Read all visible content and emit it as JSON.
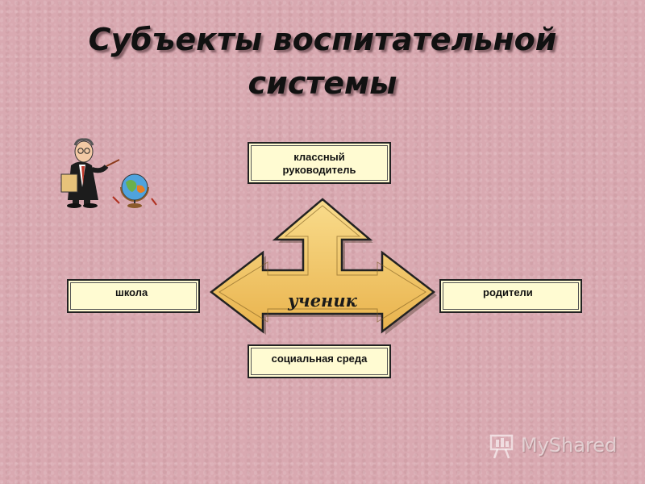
{
  "slide": {
    "title_line1": "Субъекты воспитательной",
    "title_line2": "системы",
    "center": "ученик",
    "top_box": [
      "классный",
      "руководитель"
    ],
    "left_box": "школа",
    "right_box": "родители",
    "bottom_box": "социальная среда",
    "illustration": "teacher-with-globe",
    "watermark": "MyShared"
  },
  "colors": {
    "background": "#d9a9b1",
    "arrow_fill": "#f3c96a",
    "box_fill": "#fffbd2",
    "outline": "#222222"
  }
}
